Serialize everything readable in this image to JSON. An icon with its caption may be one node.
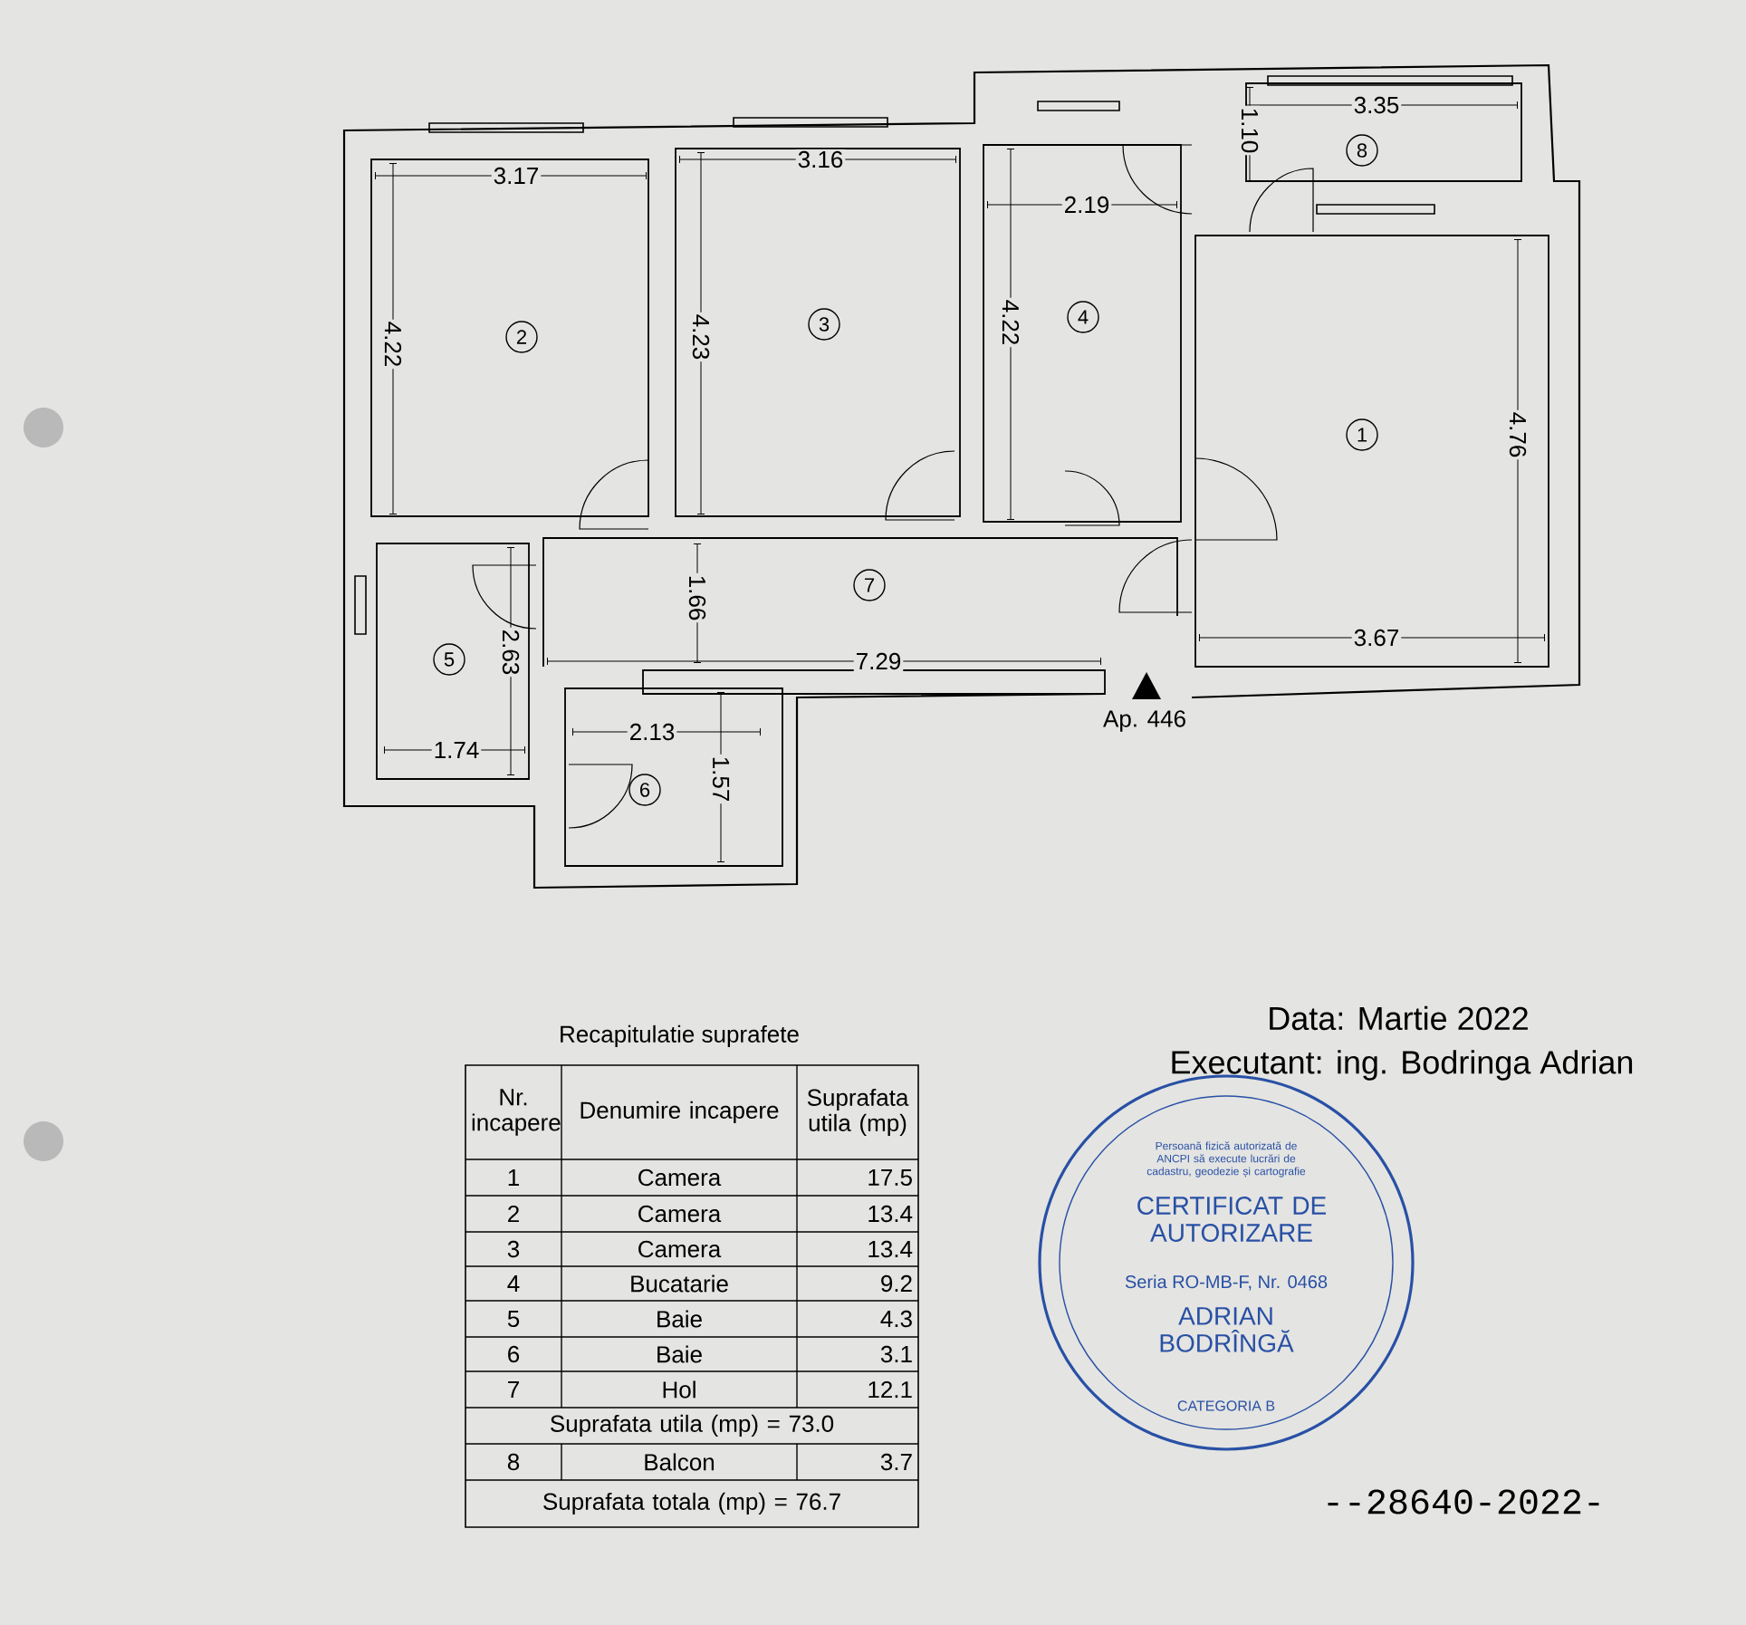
{
  "diagram": {
    "nodes": [
      {
        "text": [
          "8"
        ]
      },
      {
        "text": [
          "2"
        ]
      },
      {
        "text": [
          "3"
        ]
      },
      {
        "text": [
          "4"
        ]
      },
      {
        "text": [
          "1"
        ]
      },
      {
        "text": [
          "7"
        ]
      },
      {
        "text": [
          "5"
        ]
      },
      {
        "text": [
          "6"
        ]
      },
      {
        "text": [
          "Persoană fizică autorizată de ANCPI să execute lucrări de cadastru, geodezie și cartografie",
          "CERTIFICAT DE AUTORIZARE",
          "Seria RO-MB-F, Nr. 0468",
          "ADRIAN BODRÎNGĂ",
          "CATEGORIA B"
        ]
      }
    ],
    "labels": [
      "3.35",
      "1.10",
      "3.17",
      "3.16",
      "2.19",
      "4.22",
      "4.23",
      "4.22",
      "4.76",
      "1.66",
      "3.67",
      "2.63",
      "7.29",
      "Ap. 446",
      "2.13",
      "1.74",
      "1.57",
      "Recapitulatie suprafete",
      "Nr. incapere",
      "Denumire incapere",
      "Suprafata utila (mp)",
      "1",
      "Camera",
      "17.5",
      "2",
      "Camera",
      "13.4",
      "3",
      "Camera",
      "13.4",
      "4",
      "Bucatarie",
      "9.2",
      "5",
      "Baie",
      "4.3",
      "6",
      "Baie",
      "3.1",
      "7",
      "Hol",
      "12.1",
      "Suprafata utila (mp) = 73.0",
      "8",
      "Balcon",
      "3.7",
      "Suprafata totala (mp) = 76.7",
      "Data: Martie 2022",
      "Executant: ing. Bodringa Adrian",
      "--28640-2022-"
    ]
  }
}
